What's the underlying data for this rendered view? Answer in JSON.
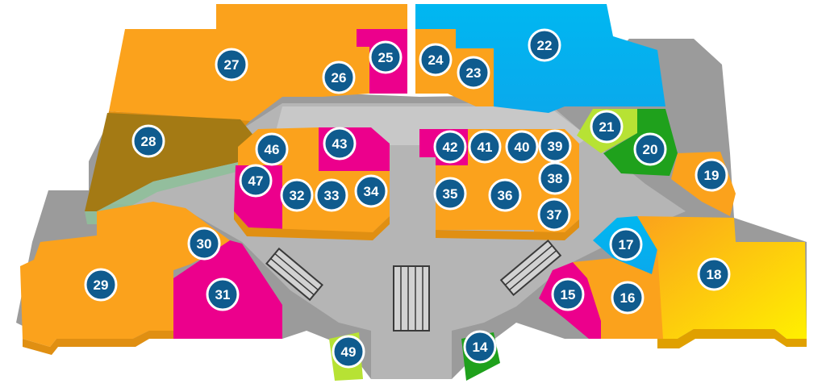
{
  "colors": {
    "orange": "#FBA21C",
    "pink": "#EC008C",
    "blue": "#00B3F0",
    "lime": "#B7E234",
    "green": "#1FA11C",
    "olive": "#A47A14",
    "yellow": "#FFE800",
    "floor": "#A5A5A5",
    "badge": "#0F5B8E"
  },
  "units": [
    {
      "id": "u27",
      "label": "27",
      "color": "orange"
    },
    {
      "id": "u25",
      "label": "25",
      "color": "pink"
    },
    {
      "id": "u26",
      "label": "26",
      "color": "orange"
    },
    {
      "id": "u24",
      "label": "24",
      "color": "orange"
    },
    {
      "id": "u23",
      "label": "23",
      "color": "orange"
    },
    {
      "id": "u22",
      "label": "22",
      "color": "blue"
    },
    {
      "id": "u28",
      "label": "28",
      "color": "olive"
    },
    {
      "id": "u21",
      "label": "21",
      "color": "lime"
    },
    {
      "id": "u20",
      "label": "20",
      "color": "green"
    },
    {
      "id": "u19",
      "label": "19",
      "color": "orange"
    },
    {
      "id": "u46",
      "label": "46",
      "color": "orange"
    },
    {
      "id": "u43",
      "label": "43",
      "color": "pink"
    },
    {
      "id": "u47",
      "label": "47",
      "color": "pink"
    },
    {
      "id": "u32",
      "label": "32",
      "color": "orange"
    },
    {
      "id": "u33",
      "label": "33",
      "color": "orange"
    },
    {
      "id": "u34",
      "label": "34",
      "color": "orange"
    },
    {
      "id": "u42",
      "label": "42",
      "color": "pink"
    },
    {
      "id": "u41",
      "label": "41",
      "color": "orange"
    },
    {
      "id": "u40",
      "label": "40",
      "color": "orange"
    },
    {
      "id": "u39",
      "label": "39",
      "color": "orange"
    },
    {
      "id": "u38",
      "label": "38",
      "color": "orange"
    },
    {
      "id": "u35",
      "label": "35",
      "color": "orange"
    },
    {
      "id": "u36",
      "label": "36",
      "color": "orange"
    },
    {
      "id": "u37",
      "label": "37",
      "color": "orange"
    },
    {
      "id": "u30",
      "label": "30",
      "color": "orange"
    },
    {
      "id": "u29",
      "label": "29",
      "color": "orange"
    },
    {
      "id": "u31",
      "label": "31",
      "color": "pink"
    },
    {
      "id": "u17",
      "label": "17",
      "color": "blue"
    },
    {
      "id": "u18",
      "label": "18",
      "color": "yellow"
    },
    {
      "id": "u15",
      "label": "15",
      "color": "pink"
    },
    {
      "id": "u16",
      "label": "16",
      "color": "orange"
    },
    {
      "id": "u49",
      "label": "49",
      "color": "lime"
    },
    {
      "id": "u14",
      "label": "14",
      "color": "green"
    }
  ]
}
